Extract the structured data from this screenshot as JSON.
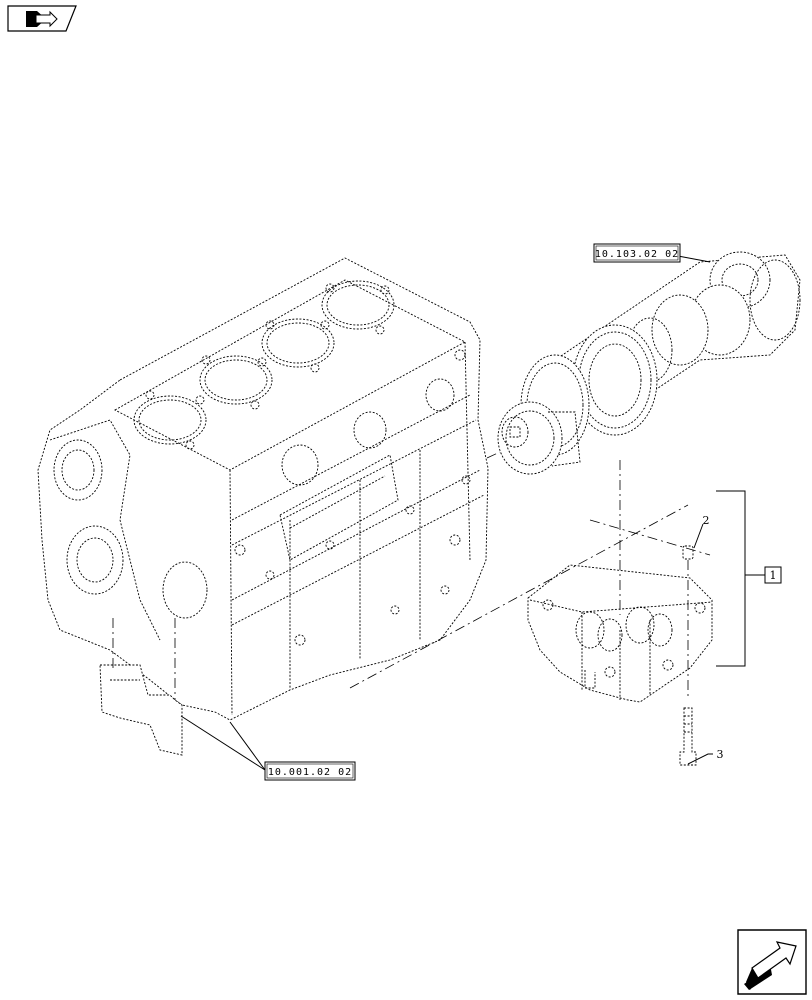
{
  "references": {
    "crankshaft_ref": "10.103.02 02",
    "block_ref": "10.001.02 02"
  },
  "callouts": {
    "assembly": "1",
    "plug": "2",
    "screw": "3"
  },
  "icons": {
    "top_left": "book-arrow-icon",
    "bottom_right": "next-page-arrow-icon"
  }
}
